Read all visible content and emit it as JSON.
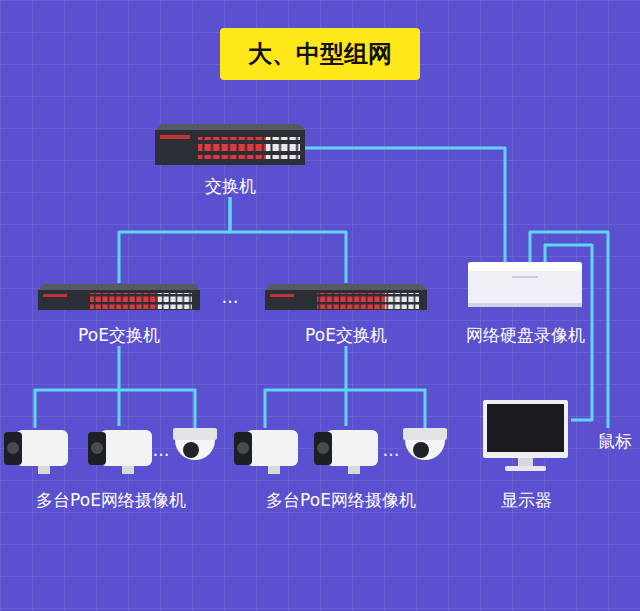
{
  "diagram": {
    "title": "大、中型组网",
    "nodes": [
      {
        "text": [
          "交换机"
        ]
      },
      {
        "text": [
          "PoE交换机"
        ]
      },
      {
        "text": [
          "PoE交换机"
        ]
      },
      {
        "text": [
          "网络硬盘录像机"
        ]
      },
      {
        "text": [
          "多台PoE网络摄像机"
        ]
      },
      {
        "text": [
          "多台PoE网络摄像机"
        ]
      },
      {
        "text": [
          "显示器"
        ]
      },
      {
        "text": [
          "鼠标"
        ]
      }
    ],
    "edges": [
      {
        "from": 0,
        "to": 1,
        "arrow": "none"
      },
      {
        "from": 0,
        "to": 2,
        "arrow": "none"
      },
      {
        "from": 0,
        "to": 3,
        "arrow": "none"
      },
      {
        "from": 1,
        "to": 4,
        "arrow": "none"
      },
      {
        "from": 2,
        "to": 5,
        "arrow": "none"
      },
      {
        "from": 3,
        "to": 6,
        "arrow": "none"
      },
      {
        "from": 3,
        "to": 7,
        "arrow": "none"
      }
    ],
    "labels": [
      "…",
      "…",
      "…"
    ]
  }
}
